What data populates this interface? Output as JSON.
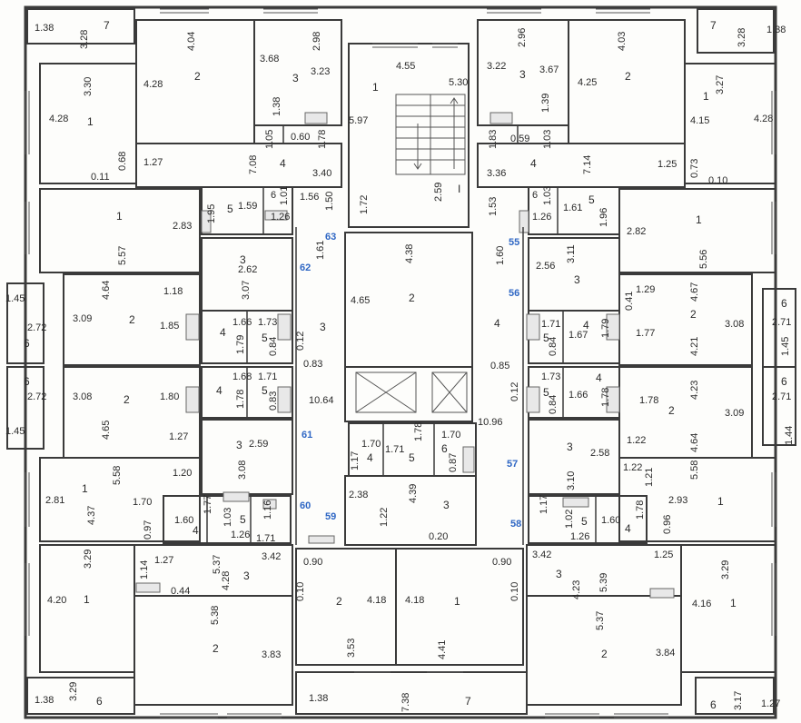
{
  "labels": {
    "a1": "1.38",
    "a2": "3.28",
    "a3": "7",
    "a4": "4.04",
    "a5": "2.98",
    "a6": "3.68",
    "a7": "3.23",
    "a8": "3",
    "a9": "2",
    "a10": "4.28",
    "a11": "3.30",
    "a12": "4.28",
    "a13": "1",
    "a14": "1.38",
    "a15": "1.05",
    "a16": "0.60",
    "a17": "1.78",
    "a18": "7.08",
    "a19": "4",
    "a20": "1.27",
    "a21": "0.68",
    "a22": "0.11",
    "a23": "3.40",
    "b1": "1",
    "b2": "4.55",
    "b3": "5.30",
    "b4": "5.97",
    "b5": "2.59",
    "b6": "I",
    "b7": "1.72",
    "c1": "2.96",
    "c2": "3.22",
    "c3": "3",
    "c4": "3.67",
    "c5": "4.03",
    "c6": "7",
    "c7": "3.28",
    "c8": "1.38",
    "c9": "4.25",
    "c10": "2",
    "c11": "1.39",
    "c12": "3.27",
    "c13": "1",
    "c14": "4.15",
    "c15": "4.28",
    "c16": "1.83",
    "c17": "0.59",
    "c18": "1.03",
    "c19": "3.36",
    "c20": "4",
    "c21": "7.14",
    "c22": "1.25",
    "c23": "0.73",
    "c24": "0.10",
    "d1": "1",
    "d2": "2.83",
    "d3": "5.57",
    "d4": "1.95",
    "d5": "5",
    "d6": "1.59",
    "d7": "6",
    "d8": "1.01",
    "d9": "1.26",
    "d10": "1.56",
    "d11": "1.50",
    "d12": "63",
    "d13": "4.38",
    "d14": "1.53",
    "d15": "6",
    "d16": "1.03",
    "d17": "1.26",
    "d18": "5",
    "d19": "1.61",
    "d20": "1.96",
    "d21": "1",
    "d22": "2.82",
    "d23": "5.56",
    "d24": "55",
    "d25": "1.60",
    "e1": "3",
    "e2": "2.62",
    "e3": "62",
    "e4": "1.61",
    "e5": "3.07",
    "e6": "4.65",
    "e7": "2",
    "e8": "3.11",
    "e9": "2.56",
    "e10": "3",
    "e11": "56",
    "f1": "1.45",
    "f2": "2.72",
    "f3": "6",
    "f4": "3.09",
    "f5": "4.64",
    "f6": "1.18",
    "f7": "2",
    "f8": "1.85",
    "f9": "3",
    "f10": "4",
    "f11": "1.66",
    "f12": "1.73",
    "f13": "5",
    "f14": "1.79",
    "f15": "0.84",
    "f16": "0.12",
    "f17": "0.83",
    "f18": "4",
    "f19": "1.29",
    "f20": "4.67",
    "f21": "0.41",
    "f22": "2",
    "f23": "1.77",
    "f24": "3.08",
    "f25": "4.21",
    "f26": "6",
    "f27": "2.71",
    "f28": "1.45",
    "f29": "1.71",
    "f30": "5",
    "f31": "0.84",
    "f32": "4",
    "f33": "1.67",
    "f34": "1.79",
    "g1": "6",
    "g2": "2.72",
    "g3": "1.45",
    "g4": "3.08",
    "g5": "2",
    "g6": "1.80",
    "g7": "4.65",
    "g8": "1.27",
    "g9": "1.68",
    "g10": "1.71",
    "g11": "4",
    "g12": "5",
    "g13": "1.78",
    "g14": "0.83",
    "g15": "10.64",
    "g16": "0.85",
    "g17": "0.12",
    "g18": "1.73",
    "g19": "5",
    "g20": "0.84",
    "g21": "1.66",
    "g22": "4",
    "g23": "1.78",
    "g24": "1.78",
    "g25": "2",
    "g26": "4.23",
    "g27": "3.09",
    "g28": "4.64",
    "g29": "1.22",
    "g30": "6",
    "g31": "2.71",
    "g32": "1.44",
    "g33": "10.96",
    "h1": "3",
    "h2": "2.59",
    "h3": "61",
    "h4": "3.08",
    "h5": "1.70",
    "h6": "4",
    "h7": "1.17",
    "h8": "1.71",
    "h9": "5",
    "h10": "1.78",
    "h11": "1.70",
    "h12": "6",
    "h13": "0.87",
    "h14": "3",
    "h15": "2.58",
    "h16": "57",
    "h17": "3.10",
    "i1": "1",
    "i2": "5.58",
    "i3": "1.20",
    "i4": "2.81",
    "i5": "4.37",
    "i6": "1.70",
    "i7": "0.97",
    "i8": "1.60",
    "i9": "4",
    "i10": "1.77",
    "i11": "1.03",
    "i12": "5",
    "i13": "1.26",
    "i14": "1.16",
    "i15": "1.71",
    "i16": "60",
    "i17": "59",
    "i18": "2.38",
    "i19": "4.39",
    "i20": "3",
    "i21": "1.22",
    "i22": "0.20",
    "i23": "1.22",
    "i24": "1.21",
    "i25": "5.58",
    "i26": "2.93",
    "i27": "1",
    "i28": "0.96",
    "i29": "1.17",
    "i30": "1.02",
    "i31": "5",
    "i32": "1.26",
    "i33": "1.60",
    "i34": "4",
    "i35": "1.78",
    "i36": "58",
    "j1": "3.29",
    "j2": "1.27",
    "j3": "1.14",
    "j4": "5.37",
    "j5": "4.28",
    "j6": "3",
    "j7": "3.42",
    "j8": "0.44",
    "j9": "4.20",
    "j10": "1",
    "j11": "0.90",
    "j12": "0.10",
    "j13": "2",
    "j14": "4.18",
    "j15": "4.18",
    "j16": "1",
    "j17": "0.90",
    "j18": "0.10",
    "j19": "3.42",
    "j20": "3",
    "j21": "5.39",
    "j22": "1.25",
    "j23": "4.23",
    "j24": "3.29",
    "j25": "4.16",
    "j26": "1",
    "k1": "5.38",
    "k2": "2",
    "k3": "3.83",
    "k4": "3.53",
    "k5": "4.41",
    "k6": "5.37",
    "k7": "2",
    "k8": "3.84",
    "l1": "1.38",
    "l2": "3.29",
    "l3": "6",
    "l4": "1.38",
    "l5": "7.38",
    "l6": "7",
    "l7": "6",
    "l8": "3.17",
    "l9": "1.27"
  },
  "colors": {
    "wall": "#3a3a3a",
    "unit_label": "#2f67c4",
    "paper": "#fdfdfb",
    "hatch": "#777777"
  },
  "icons": [
    "stair-symbol",
    "elevator-cross",
    "bath-fixture",
    "window-marks",
    "door-break"
  ]
}
